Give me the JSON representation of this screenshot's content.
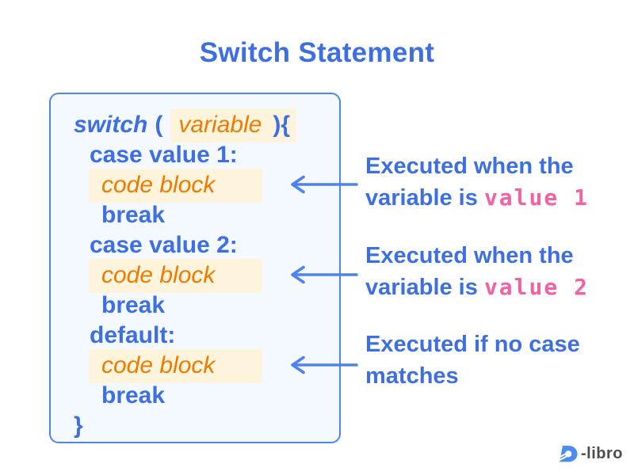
{
  "title": "Switch Statement",
  "code": {
    "switch_keyword": "switch",
    "open_paren": "(",
    "variable_placeholder": "variable",
    "close_paren_brace": "){",
    "case1_label": "case value 1:",
    "case2_label": "case value 2:",
    "default_label": "default:",
    "code_block_placeholder": "code block",
    "break_keyword": "break",
    "closing_brace": "}"
  },
  "annotations": [
    {
      "line1": "Executed when the",
      "line2_text": "variable is ",
      "line2_code": "value 1"
    },
    {
      "line1": "Executed when the",
      "line2_text": "variable is ",
      "line2_code": "value 2"
    },
    {
      "line1": "Executed if no case",
      "line2_text": "matches",
      "line2_code": ""
    }
  ],
  "logo": {
    "brand_text": "-libro"
  },
  "colors": {
    "blue": "#3d6fe2",
    "orange": "#ee7b00",
    "pink": "#f161a3",
    "cream": "#fdf4db",
    "box_bg": "#f3f9fe",
    "box_border": "#4c87ef",
    "arrow": "#4d83ee",
    "logo_gray": "#4b4b52",
    "logo_blue": "#4c8bf0"
  }
}
